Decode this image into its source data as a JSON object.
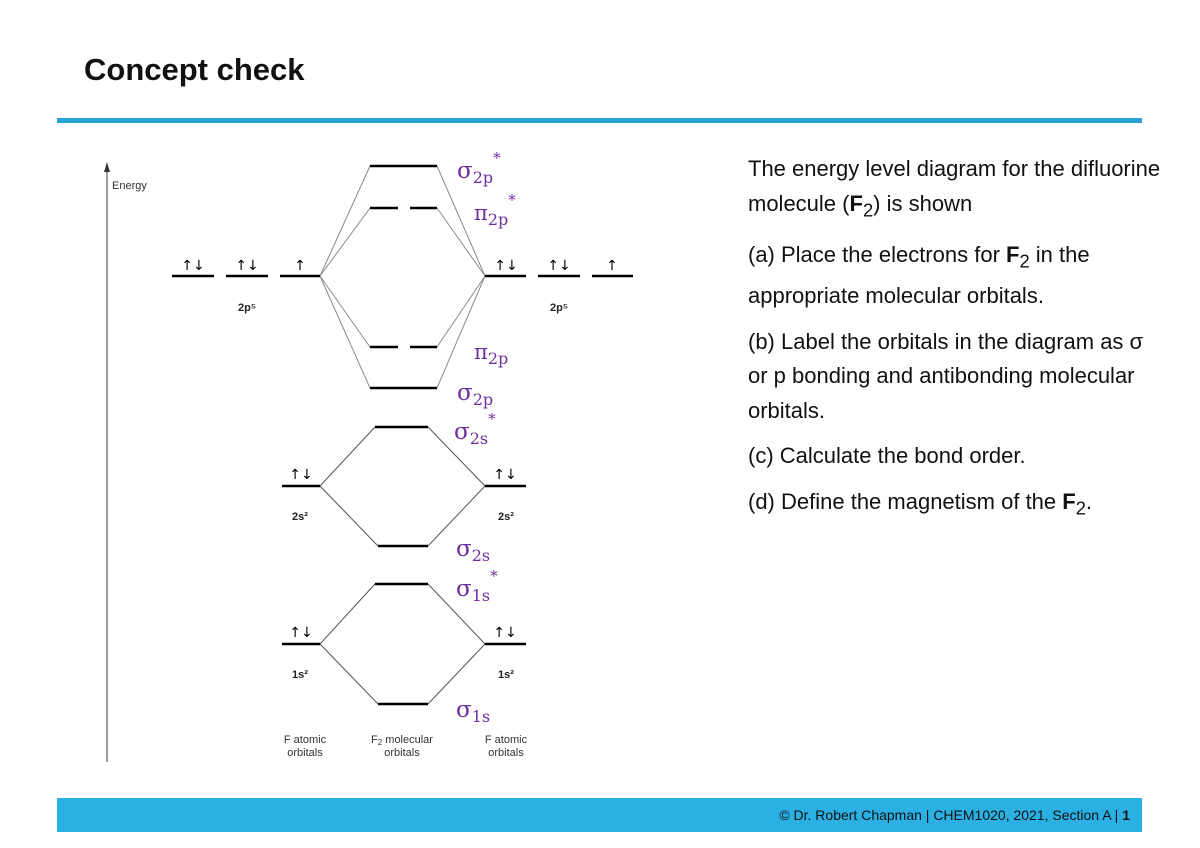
{
  "slide": {
    "title": "Concept check"
  },
  "diagram": {
    "axis_label": "Energy",
    "ao_labels": {
      "2p": "2p⁵",
      "2s": "2s²",
      "1s": "1s²"
    },
    "electrons": {
      "pair": "↑↓",
      "single": "↑"
    },
    "mo_labels": {
      "sigma_2p_star": {
        "base": "σ",
        "sub": "2p",
        "sup": "*"
      },
      "pi_2p_star": {
        "base": "π",
        "sub": "2p",
        "sup": "*"
      },
      "pi_2p": {
        "base": "π",
        "sub": "2p"
      },
      "sigma_2p": {
        "base": "σ",
        "sub": "2p"
      },
      "sigma_2s_star": {
        "base": "σ",
        "sub": "2s",
        "sup": "*"
      },
      "sigma_2s": {
        "base": "σ",
        "sub": "2s"
      },
      "sigma_1s_star": {
        "base": "σ",
        "sub": "1s",
        "sup": "*"
      },
      "sigma_1s": {
        "base": "σ",
        "sub": "1s"
      }
    },
    "column_labels": {
      "left": [
        "F atomic",
        "orbitals"
      ],
      "middle_prefix": "F",
      "middle_sub": "2",
      "middle_rest": " molecular",
      "middle_line2": "orbitals",
      "right": [
        "F atomic",
        "orbitals"
      ]
    },
    "label_color": "#6b2fa0"
  },
  "text": {
    "intro_pre": "The energy level diagram for the difluorine molecule (",
    "intro_F": "F",
    "intro_sub": "2",
    "intro_post": ") is shown",
    "a_pre": "(a) Place the electrons for ",
    "a_F": "F",
    "a_sub": "2",
    "a_post": " in the appropriate molecular orbitals.",
    "b": "(b) Label the orbitals in the diagram as σ or p bonding and antibonding molecular orbitals.",
    "c": "(c) Calculate the bond order.",
    "d_pre": "(d) Define the magnetism of the ",
    "d_F": "F",
    "d_sub": "2",
    "d_post": "."
  },
  "footer": {
    "text_pre": "© Dr. Robert Chapman | CHEM1020, 2021, Section A | ",
    "page": "1"
  },
  "colors": {
    "accent": "#2aa0d8",
    "footer_bg": "#2ab0e3",
    "mo_label": "#6b2fa0"
  }
}
